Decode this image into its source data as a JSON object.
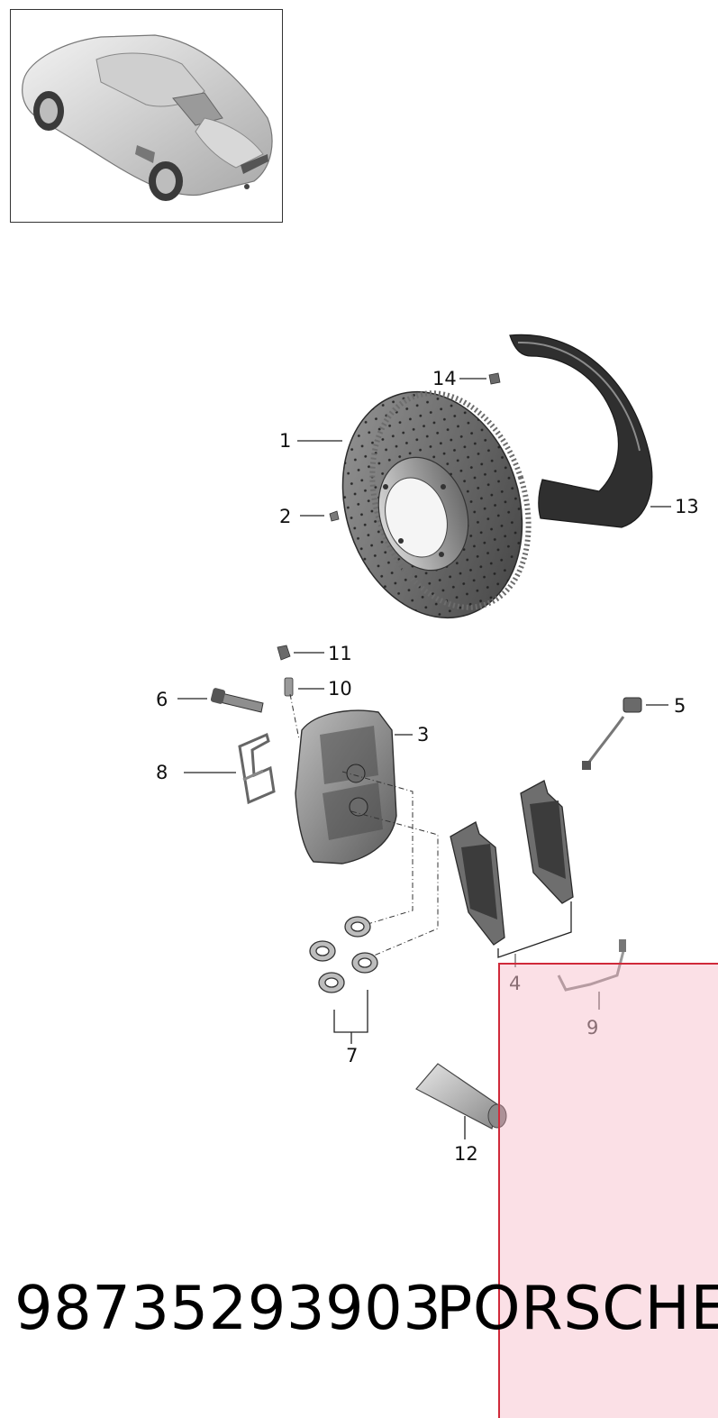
{
  "diagram": {
    "callouts": [
      {
        "id": "c1",
        "label": "1"
      },
      {
        "id": "c2",
        "label": "2"
      },
      {
        "id": "c3",
        "label": "3"
      },
      {
        "id": "c4",
        "label": "4"
      },
      {
        "id": "c5",
        "label": "5"
      },
      {
        "id": "c6",
        "label": "6"
      },
      {
        "id": "c7",
        "label": "7"
      },
      {
        "id": "c8",
        "label": "8"
      },
      {
        "id": "c9",
        "label": "9"
      },
      {
        "id": "c10",
        "label": "10"
      },
      {
        "id": "c11",
        "label": "11"
      },
      {
        "id": "c12",
        "label": "12"
      },
      {
        "id": "c13",
        "label": "13"
      },
      {
        "id": "c14",
        "label": "14"
      }
    ]
  },
  "footer": {
    "part_number": "98735293903",
    "brand": "PORSCHE"
  },
  "colors": {
    "highlight_fill": "#f4a0b2",
    "highlight_border": "#d02a3a",
    "part_gray": "#8a8a8a",
    "part_dark": "#4a4a4a"
  }
}
